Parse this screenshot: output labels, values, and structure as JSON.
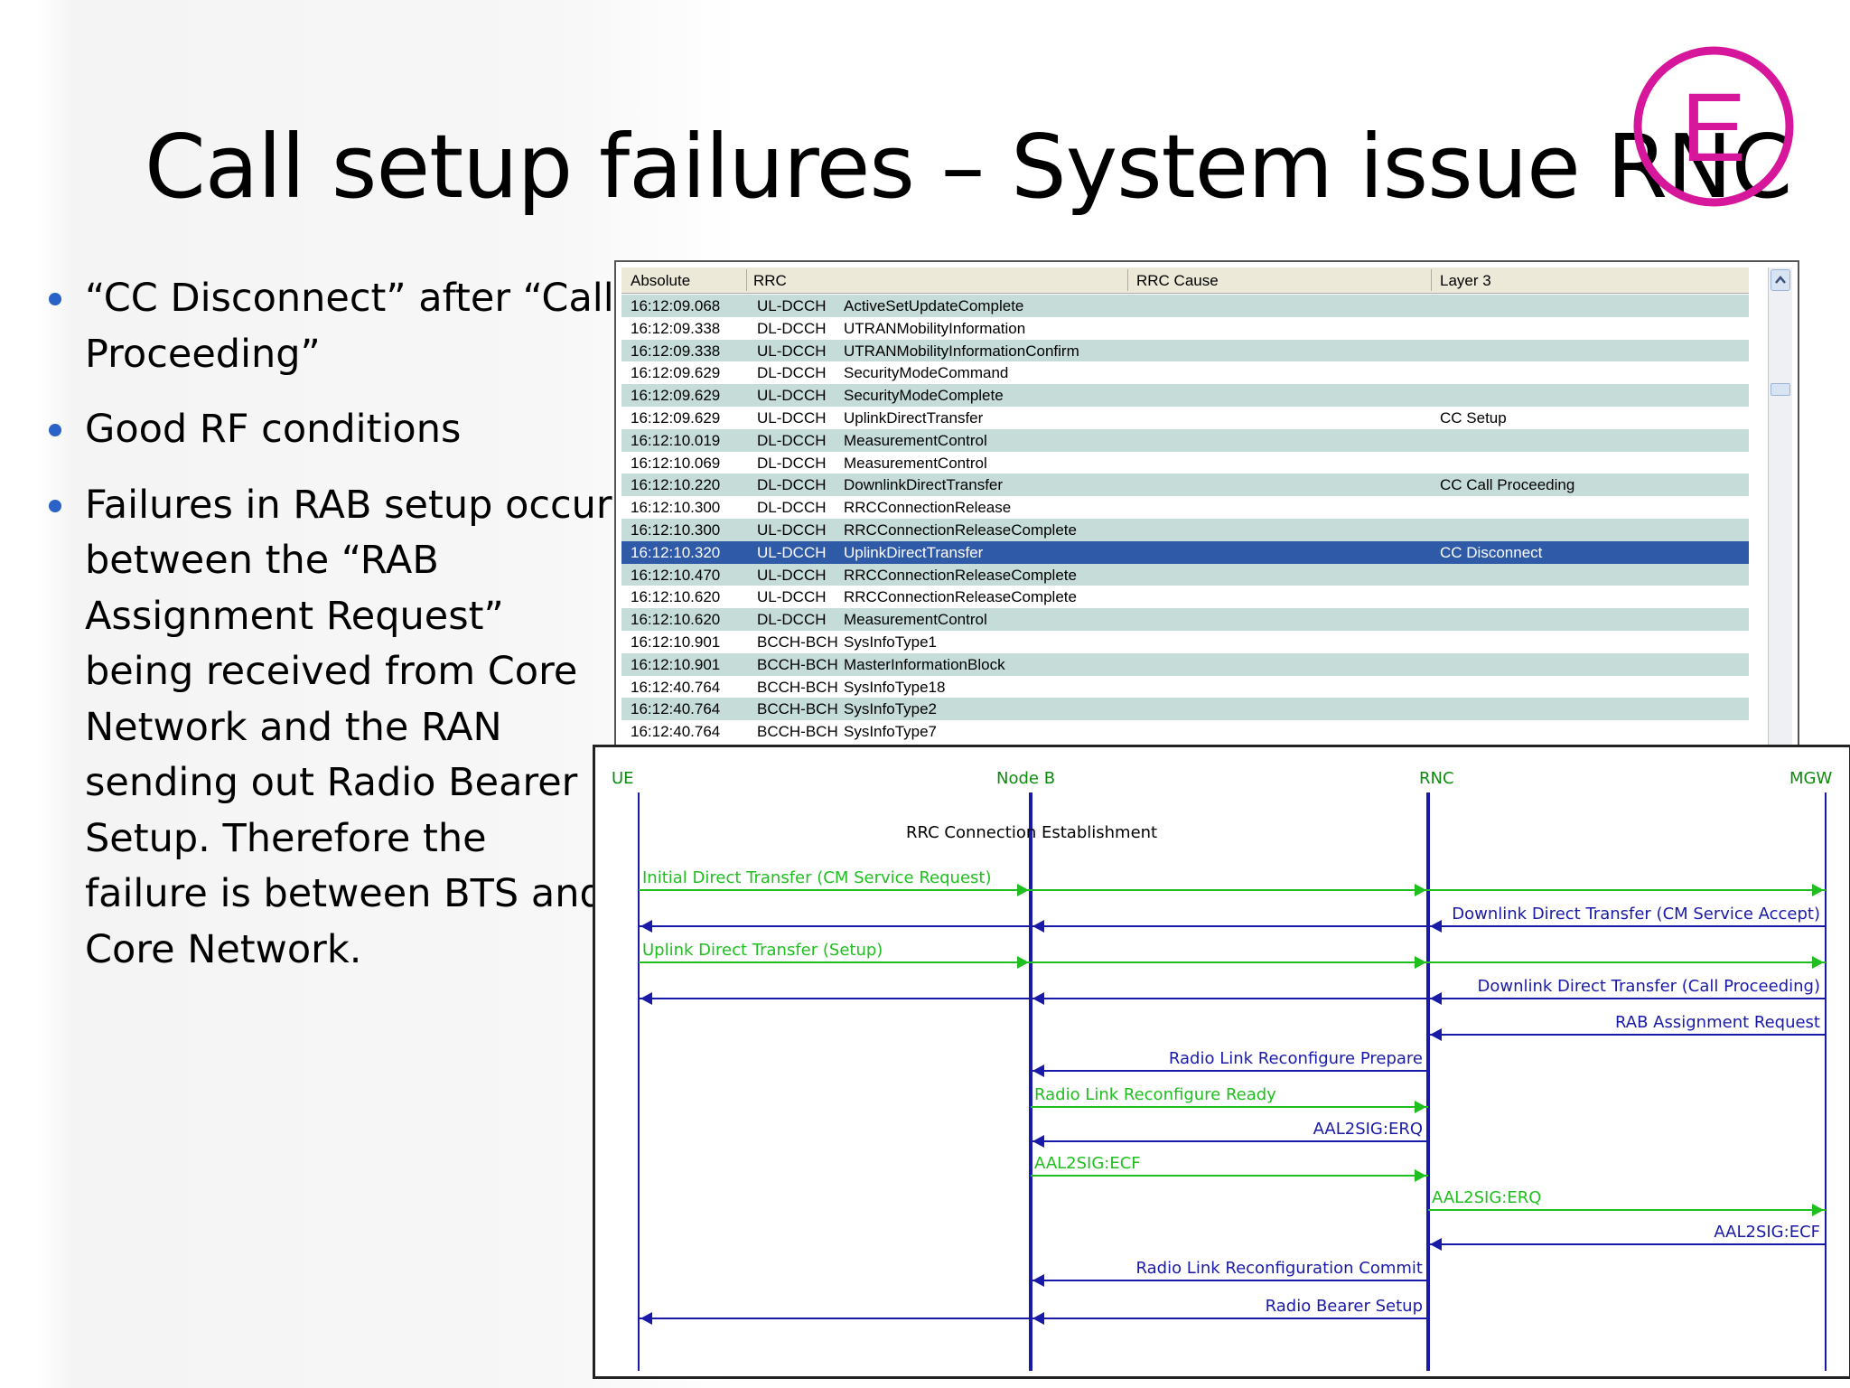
{
  "slide": {
    "title": "Call setup failures – System issue RNC",
    "logo_letter": "E",
    "accent_color": "#d6169b",
    "bullets": [
      "“CC Disconnect” after “Call Proceeding”",
      "Good RF conditions",
      "Failures in RAB setup occur between the “RAB Assignment Request” being received from Core Network and the RAN sending out Radio Bearer Setup. Therefore the failure is between BTS and Core Network."
    ]
  },
  "trace": {
    "columns": [
      "Absolute",
      "RRC",
      "RRC Cause",
      "Layer 3"
    ],
    "rows": [
      {
        "time": "16:12:09.068",
        "channel": "UL-DCCH",
        "message": "ActiveSetUpdateComplete",
        "layer3": ""
      },
      {
        "time": "16:12:09.338",
        "channel": "DL-DCCH",
        "message": "UTRANMobilityInformation",
        "layer3": ""
      },
      {
        "time": "16:12:09.338",
        "channel": "UL-DCCH",
        "message": "UTRANMobilityInformationConfirm",
        "layer3": ""
      },
      {
        "time": "16:12:09.629",
        "channel": "DL-DCCH",
        "message": "SecurityModeCommand",
        "layer3": ""
      },
      {
        "time": "16:12:09.629",
        "channel": "UL-DCCH",
        "message": "SecurityModeComplete",
        "layer3": ""
      },
      {
        "time": "16:12:09.629",
        "channel": "UL-DCCH",
        "message": "UplinkDirectTransfer",
        "layer3": "CC Setup"
      },
      {
        "time": "16:12:10.019",
        "channel": "DL-DCCH",
        "message": "MeasurementControl",
        "layer3": ""
      },
      {
        "time": "16:12:10.069",
        "channel": "DL-DCCH",
        "message": "MeasurementControl",
        "layer3": ""
      },
      {
        "time": "16:12:10.220",
        "channel": "DL-DCCH",
        "message": "DownlinkDirectTransfer",
        "layer3": "CC Call Proceeding"
      },
      {
        "time": "16:12:10.300",
        "channel": "DL-DCCH",
        "message": "RRCConnectionRelease",
        "layer3": ""
      },
      {
        "time": "16:12:10.300",
        "channel": "UL-DCCH",
        "message": "RRCConnectionReleaseComplete",
        "layer3": ""
      },
      {
        "time": "16:12:10.320",
        "channel": "UL-DCCH",
        "message": "UplinkDirectTransfer",
        "layer3": "CC Disconnect",
        "selected": true
      },
      {
        "time": "16:12:10.470",
        "channel": "UL-DCCH",
        "message": "RRCConnectionReleaseComplete",
        "layer3": ""
      },
      {
        "time": "16:12:10.620",
        "channel": "UL-DCCH",
        "message": "RRCConnectionReleaseComplete",
        "layer3": ""
      },
      {
        "time": "16:12:10.620",
        "channel": "DL-DCCH",
        "message": "MeasurementControl",
        "layer3": ""
      },
      {
        "time": "16:12:10.901",
        "channel": "BCCH-BCH",
        "message": "SysInfoType1",
        "layer3": ""
      },
      {
        "time": "16:12:10.901",
        "channel": "BCCH-BCH",
        "message": "MasterInformationBlock",
        "layer3": ""
      },
      {
        "time": "16:12:40.764",
        "channel": "BCCH-BCH",
        "message": "SysInfoType18",
        "layer3": ""
      },
      {
        "time": "16:12:40.764",
        "channel": "BCCH-BCH",
        "message": "SysInfoType2",
        "layer3": ""
      },
      {
        "time": "16:12:40.764",
        "channel": "BCCH-BCH",
        "message": "SysInfoType7",
        "layer3": ""
      }
    ],
    "row_color": "#c5dcd9",
    "selected_color": "#2e5aa8"
  },
  "sequence": {
    "entities": [
      "UE",
      "Node B",
      "RNC",
      "MGW"
    ],
    "note": "RRC Connection Establishment",
    "uplink_color": "#1fbf1f",
    "downlink_color": "#1a1aa8",
    "messages": [
      {
        "label": "Initial Direct Transfer (CM Service Request)",
        "from": 0,
        "to": 3,
        "dir": "up"
      },
      {
        "label": "Downlink Direct Transfer (CM Service Accept)",
        "from": 3,
        "to": 0,
        "dir": "down"
      },
      {
        "label": "Uplink Direct Transfer (Setup)",
        "from": 0,
        "to": 3,
        "dir": "up"
      },
      {
        "label": "Downlink Direct Transfer (Call Proceeding)",
        "from": 3,
        "to": 0,
        "dir": "down"
      },
      {
        "label": "RAB Assignment Request",
        "from": 3,
        "to": 2,
        "dir": "down"
      },
      {
        "label": "Radio Link Reconfigure Prepare",
        "from": 2,
        "to": 1,
        "dir": "down"
      },
      {
        "label": "Radio Link Reconfigure Ready",
        "from": 1,
        "to": 2,
        "dir": "up"
      },
      {
        "label": "AAL2SIG:ERQ",
        "from": 2,
        "to": 1,
        "dir": "down"
      },
      {
        "label": "AAL2SIG:ECF",
        "from": 1,
        "to": 2,
        "dir": "up"
      },
      {
        "label": "AAL2SIG:ERQ",
        "from": 2,
        "to": 3,
        "dir": "up"
      },
      {
        "label": "AAL2SIG:ECF",
        "from": 3,
        "to": 2,
        "dir": "down"
      },
      {
        "label": "Radio Link Reconfiguration Commit",
        "from": 2,
        "to": 1,
        "dir": "down"
      },
      {
        "label": "Radio Bearer Setup",
        "from": 2,
        "to": 0,
        "dir": "down"
      }
    ]
  }
}
